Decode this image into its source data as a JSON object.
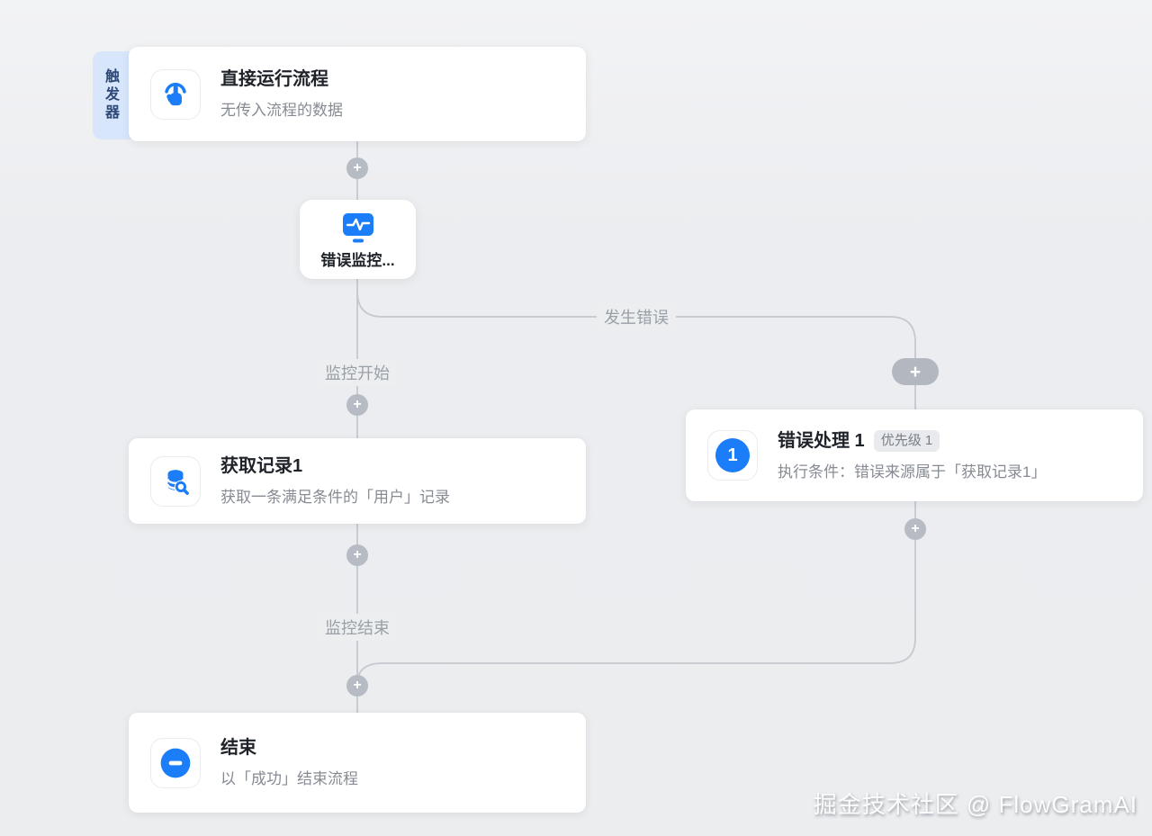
{
  "colors": {
    "accent_blue": "#1b7df8",
    "edge_line": "#c5c8ce",
    "canvas_bg": "#eceef0",
    "trigger_label_bg": "#d8e6fb",
    "trigger_label_text": "#2c4977"
  },
  "ui": {
    "plus": "+",
    "watermark": "掘金技术社区 @ FlowGramAI"
  },
  "nodes": {
    "trigger": {
      "group_label": "触发器",
      "title": "直接运行流程",
      "subtitle": "无传入流程的数据",
      "icon": "tap-gesture-icon"
    },
    "monitor": {
      "title": "错误监控...",
      "icon": "pulse-monitor-icon"
    },
    "record": {
      "title": "获取记录1",
      "subtitle": "获取一条满足条件的「用户」记录",
      "icon": "database-search-icon"
    },
    "error_handler": {
      "title": "错误处理 1",
      "badge": "优先级 1",
      "subtitle": "执行条件：错误来源属于「获取记录1」",
      "icon_number": "1"
    },
    "end": {
      "title": "结束",
      "subtitle": "以「成功」结束流程",
      "icon": "stop-minus-icon"
    }
  },
  "edges": {
    "monitor_start_label": "监控开始",
    "error_branch_label": "发生错误",
    "monitor_end_label": "监控结束"
  }
}
